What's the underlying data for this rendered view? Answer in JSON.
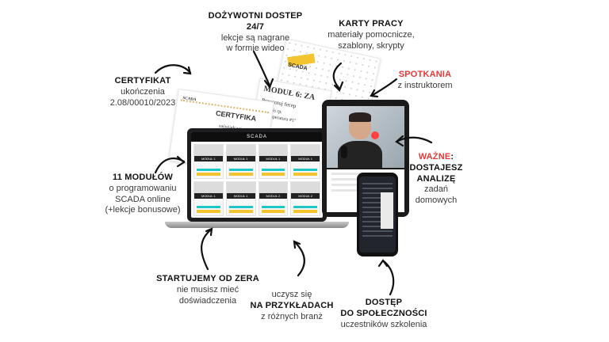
{
  "labels": {
    "lifetime": {
      "title": "DOŻYWOTNI DOSTEP 24/7",
      "line1": "lekcje są nagrane",
      "line2": "w formie wideo"
    },
    "cards": {
      "title": "KARTY PRACY",
      "line1": "materiały pomocnicze,",
      "line2": "szablony, skrypty"
    },
    "cert": {
      "title": "CERTYFIKAT",
      "line1": "ukończenia",
      "line2": "2.08/00010/2023"
    },
    "meetings": {
      "title": "SPOTKANIA",
      "line1": "z instruktorem"
    },
    "important": {
      "title_a": "WAŻNE",
      "title_b": ":",
      "line1": "DOSTAJESZ",
      "line2": "ANALIZĘ",
      "line3": "zadań",
      "line4": "domowych"
    },
    "modules": {
      "title": "11 MODUŁÓW",
      "line1": "o programowaniu",
      "line2": "SCADA online",
      "line3": "(+lekcje bonusowe)"
    },
    "start": {
      "title": "STARTUJEMY OD ZERA",
      "line1": "nie musisz mieć",
      "line2": "doświadczenia"
    },
    "examples": {
      "line1": "uczysz się",
      "title": "NA PRZYKŁADACH",
      "line2": "z różnych branż"
    },
    "community": {
      "title1": "DOSTĘP",
      "title2": "DO SPOŁECZNOŚCI",
      "line1": "uczestników szkolenia"
    }
  },
  "documents": {
    "scada_logo": "SCADA",
    "module_title": "MODUŁ 6: ZA",
    "module_sub": "Przygotuj fecep",
    "module_line": "dpis rp.",
    "module_line2": "\"temperatura #1\"",
    "cert_title": "CERTYFIKA",
    "cert_sub": "zaświadczaj",
    "small_logo": "SCADA"
  },
  "laptop": {
    "brand": "SCADA",
    "modules": [
      "MODUŁ 1",
      "MODUŁ 1",
      "MODUŁ 1",
      "MODUŁ 1",
      "MODUŁ 1",
      "MODUŁ 1",
      "MODUŁ 2",
      "MODUŁ 2"
    ]
  },
  "colors": {
    "accent_red": "#e53935",
    "yellow": "#f4c430",
    "teal": "#21c7c7"
  }
}
